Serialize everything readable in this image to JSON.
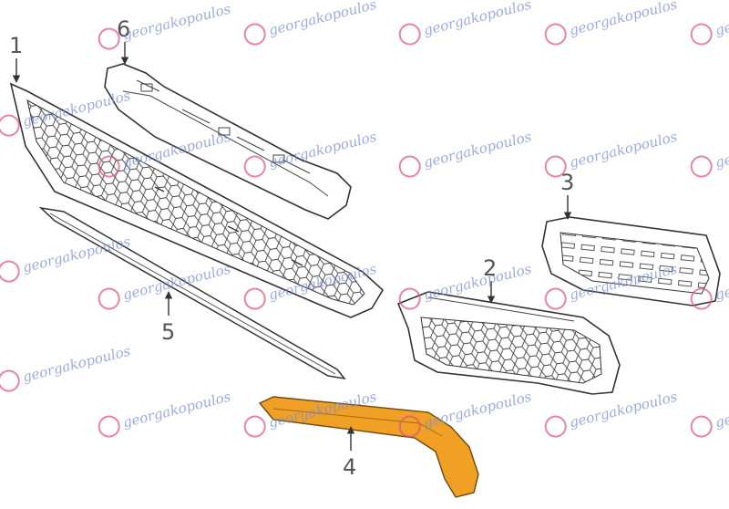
{
  "title": "",
  "callouts": [
    {
      "id": "1",
      "label": "1"
    },
    {
      "id": "2",
      "label": "2"
    },
    {
      "id": "3",
      "label": "3"
    },
    {
      "id": "4",
      "label": "4"
    },
    {
      "id": "5",
      "label": "5"
    },
    {
      "id": "6",
      "label": "6"
    }
  ],
  "watermark": {
    "text": "georgakopoulos",
    "logo_color": "#e0507a",
    "text_color": "#7a8fd8"
  },
  "highlight_color": "#f0a024",
  "line_color": "#333333"
}
